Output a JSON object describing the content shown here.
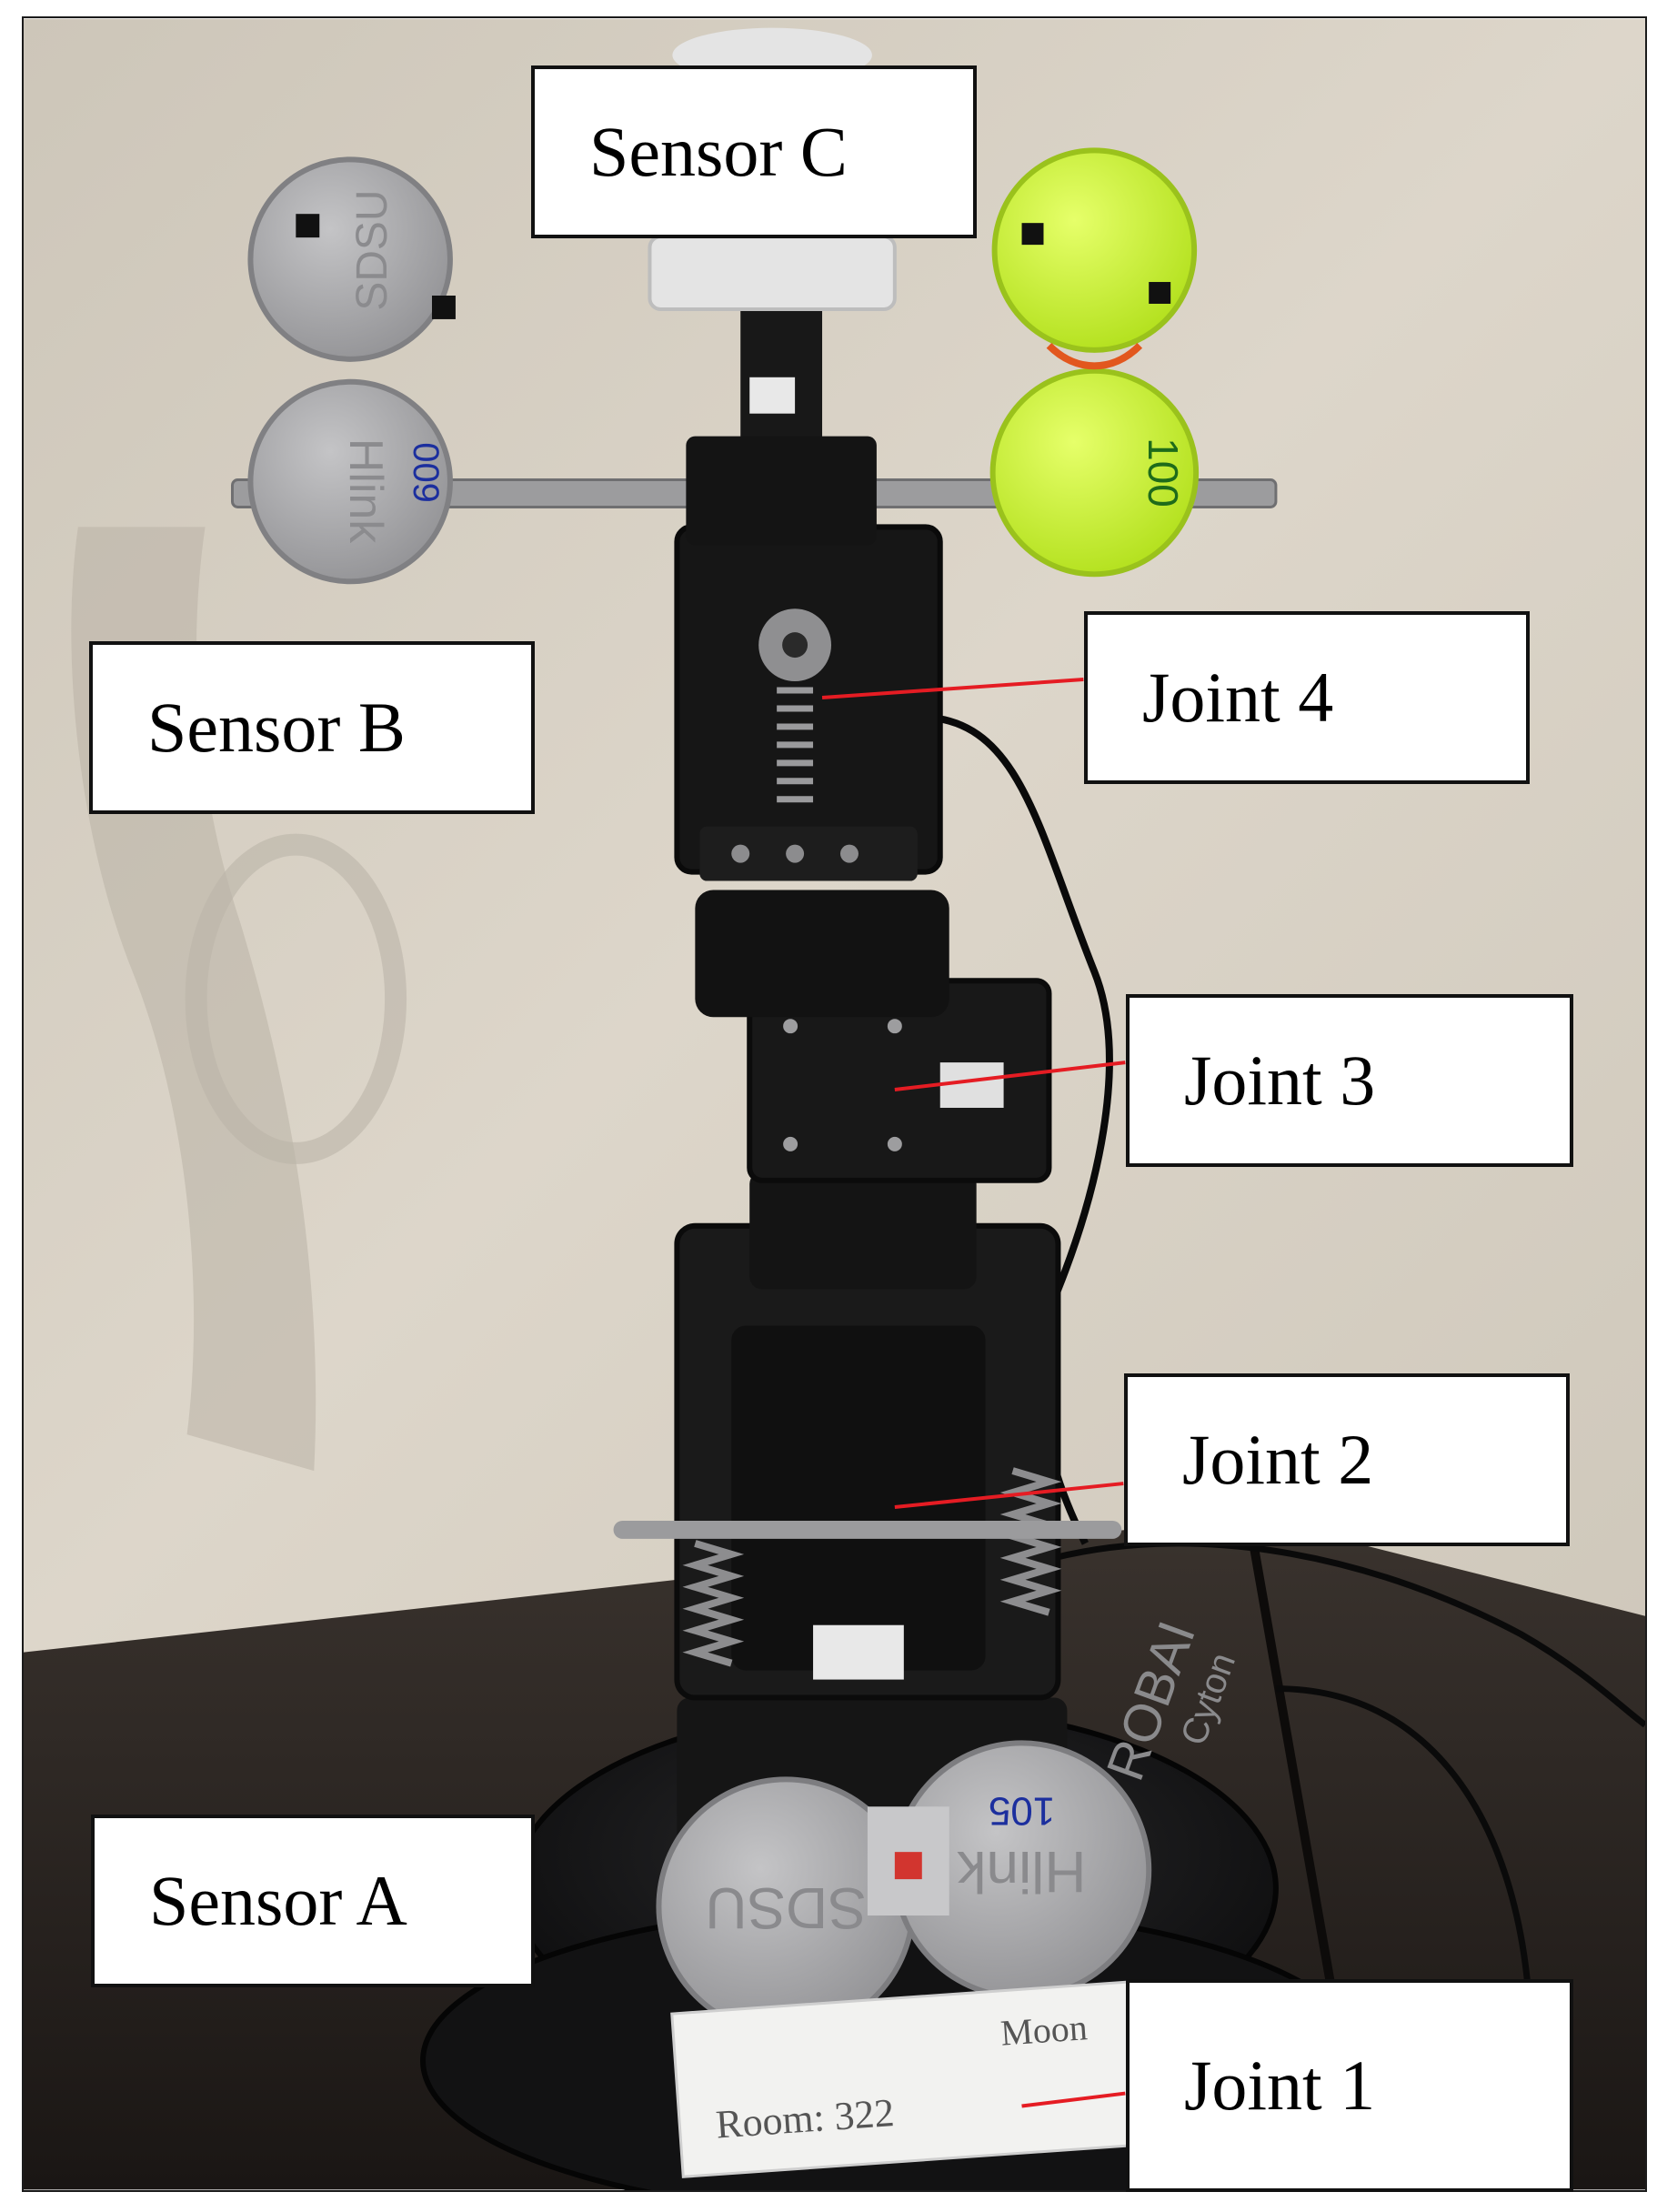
{
  "labels": {
    "sensor_c": "Sensor C",
    "sensor_b": "Sensor B",
    "sensor_a": "Sensor A",
    "joint_4": "Joint 4",
    "joint_3": "Joint 3",
    "joint_2": "Joint 2",
    "joint_1": "Joint 1"
  },
  "scene_text": {
    "left_sensor_top": "SDSU",
    "left_sensor_bottom": "Hlink",
    "left_sensor_number": "009",
    "right_sensor_number": "100",
    "base_sensor_left": "SDSU",
    "base_sensor_right": "Hlink",
    "base_sensor_number": "105",
    "base_brand": "ROBAI",
    "base_model": "Cyton",
    "tag_room": "Room: 322",
    "tag_name": "Moon"
  },
  "colors": {
    "wall": "#d9d2c6",
    "table": "#2a2522",
    "robot": "#151515",
    "sensor_gray": "#a7a7a9",
    "sensor_green": "#c8f53a",
    "leader_line": "#e51c23"
  }
}
